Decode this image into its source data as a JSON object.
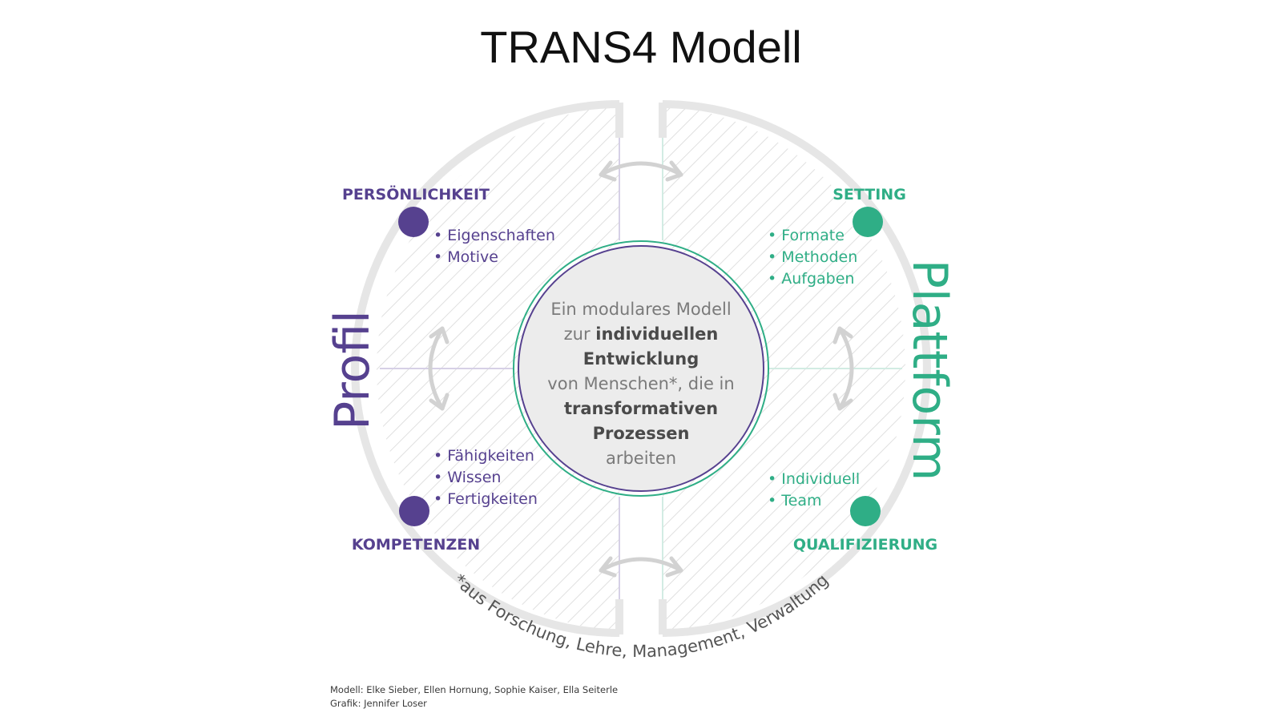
{
  "title": "TRANS4 Modell",
  "center": {
    "lines": [
      {
        "text": "Ein modulares Modell",
        "bold": false
      },
      {
        "text": "zur ",
        "bold": false,
        "tail": "individuellen",
        "tail_bold": true
      },
      {
        "text": "Entwicklung",
        "bold": true
      },
      {
        "text": "von Menschen*, die in",
        "bold": false
      },
      {
        "text": "transformativen",
        "bold": true
      },
      {
        "text": "Prozessen",
        "bold": true
      },
      {
        "text": "arbeiten",
        "bold": false
      }
    ]
  },
  "sides": {
    "left": {
      "label": "Profil",
      "color": "#56418f"
    },
    "right": {
      "label": "Plattform",
      "color": "#2fae86"
    }
  },
  "quadrants": {
    "top_left": {
      "heading": "PERSÖNLICHKEIT",
      "items": [
        "Eigenschaften",
        "Motive"
      ]
    },
    "bottom_left": {
      "heading": "KOMPETENZEN",
      "items": [
        "Fähigkeiten",
        "Wissen",
        "Fertigkeiten"
      ]
    },
    "top_right": {
      "heading": "SETTING",
      "items": [
        "Formate",
        "Methoden",
        "Aufgaben"
      ]
    },
    "bottom_right": {
      "heading": "QUALIFIZIERUNG",
      "items": [
        "Individuell",
        "Team"
      ]
    }
  },
  "footnote": "*aus Forschung, Lehre, Management, Verwaltung",
  "credits": {
    "model": "Modell: Elke Sieber, Ellen Hornung, Sophie Kaiser, Ella Seiterle",
    "graphic": "Grafik: Jennifer Loser"
  },
  "colors": {
    "purple": "#56418f",
    "green": "#2fae86",
    "ring_gray": "#e6e6e6",
    "hatch_gray": "#dedede",
    "center_fill": "#ececec",
    "center_text": "#7a7a7a",
    "center_bold": "#4a4a4a",
    "arrow_gray": "#d2d2d2"
  }
}
